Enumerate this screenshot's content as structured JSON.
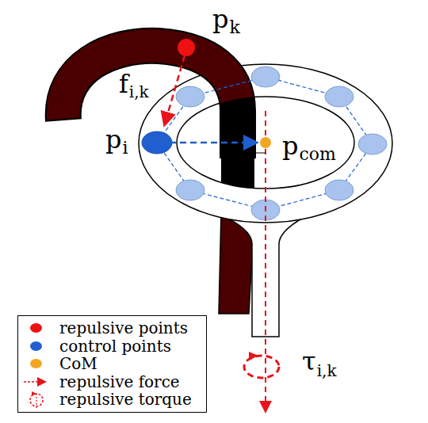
{
  "diagram": {
    "labels": [
      "p",
      "k",
      "f",
      "i,k",
      "p",
      "i",
      "p",
      "com",
      "τ",
      "i,k"
    ],
    "legend": [
      {
        "text": "repulsive points",
        "color": "#ee1111"
      },
      {
        "text": "control points",
        "color": "#1f5fd0"
      },
      {
        "text": "CoM",
        "color": "#f4a623"
      },
      {
        "text": "repulsive force"
      },
      {
        "text": "repulsive torque"
      }
    ]
  }
}
